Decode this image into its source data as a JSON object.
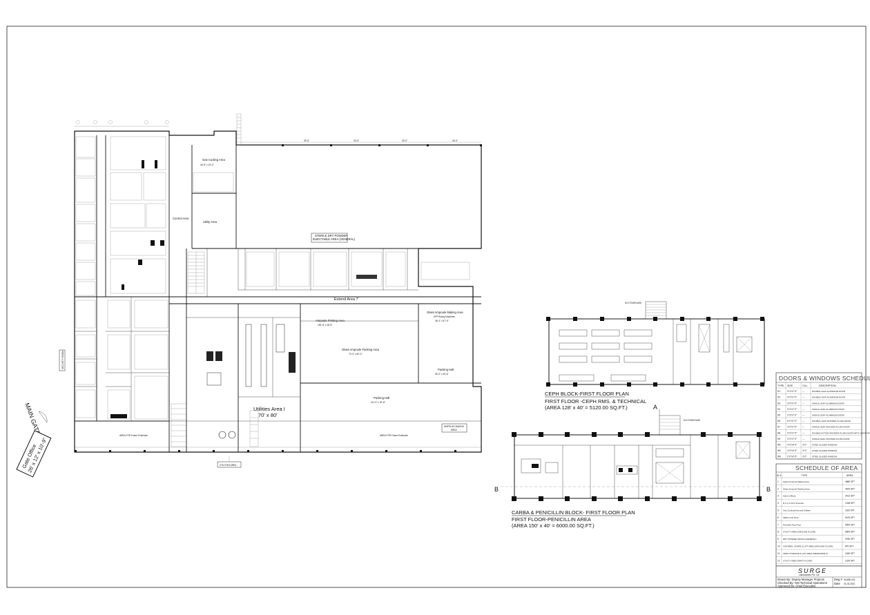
{
  "main_plan": {
    "labels": {
      "extend_area": "Extend Area 7'",
      "utilities_area": "Utilities Area I",
      "utilities_size": "70' x 80'",
      "utilities_tag": "UTILITIES AREA",
      "sterile_corridor_1": "STERILE DRY POWDER",
      "sterile_corridor_2": "INJECTABLE AREA (GENERAL)",
      "ampoule_printing": "Ampoule Printing Area",
      "ampoule_printing_size": "150'-8\" x 28'-8\"",
      "glass_ampoule_packing": "Glass Ampoule Packing Area",
      "glass_ampoule_packing_size": "70'-0\" x 60'-0\"",
      "glass_ampoule_making": "Glass Ampoule Making Area",
      "glass_ampoule_making_sub": "KFP Rotary Machines",
      "glass_ampoule_making_size": "36'-0\" x 57'-9\"",
      "packing_hall_small": "Packing Hall",
      "packing_hall_small_size": "36'-0\" x 25'-6\"",
      "packing_hall": "Packing Hall",
      "packing_hall_size": "111'-0\" x 30'-8\"",
      "ampoule_making_tag_1": "AMPOULE MAKING",
      "ampoule_making_tag_2": "AREA",
      "gas_cooling": "Gas Cooling Area",
      "gas_cooling_size": "34'-8\" x 13'-4\"",
      "utility_area": "Utility Area",
      "control_area": "Control Area",
      "future_ext_left": "AREA FOR Future Extension",
      "future_ext_right": "AREA FOR Future Extension",
      "security_room": "SECURITY ROOM",
      "dim_1": "30'-6\"",
      "dim_2": "30'-6\"",
      "dim_3": "30'-0\"",
      "dim_4": "30'-0\""
    }
  },
  "gate": {
    "main_gate": "MAIN GATE",
    "office_line1": "Gate Office",
    "office_line2": "26' x 12' x 10'-9\""
  },
  "ceph": {
    "title": "CEPH BLOCK-FIRST FLOOR PLAN",
    "subtitle": "FIRST FLOOR -CEPH RMS. & TECHNICAL",
    "area": "(AREA 128' x 40' = 5120.00 SQ.FT.)",
    "staircase": "M.S STAIRCASE"
  },
  "carba": {
    "title": "CARBA & PENICILLIN BLOCK- FIRST FLOOR PLAN",
    "subtitle": "FIRST FLOOR-PENICILLIN AREA",
    "area": "(AREA 150' x 40' = 6000.00 SQ.FT.)",
    "section_a": "A",
    "section_b_left": "B",
    "section_b_right": "B",
    "staircase": "M.S STAIRCASE"
  },
  "doors_schedule": {
    "title": "DOORS & WINDOWS SCHEDULE",
    "headers": [
      "TYPE",
      "SIZE",
      "CILL",
      "DESCRIPTION"
    ],
    "rows": [
      [
        "D1",
        "3'-0\"x7'-0\"",
        "---",
        "DOUBLE LEAF ALUMINIUM DOOR"
      ],
      [
        "D2",
        "4'-0\"x7'-0\"",
        "---",
        "DOUBLE LEAF ALUMINIUM DOOR"
      ],
      [
        "D3",
        "3'-0\"x7'-0\"",
        "---",
        "SINGLE LEAF ALUMINIUM DOOR"
      ],
      [
        "D4",
        "3'-0\"x7'-0\"",
        "---",
        "SINGLE LEAF ALUMINIUM DOOR"
      ],
      [
        "D5",
        "2'-6\"x7'-0\"",
        "---",
        "SINGLE LEAF ALUMINIUM DOOR"
      ],
      [
        "D6",
        "6'-0\"x7'-0\"",
        "---",
        "DOUBLE LEAF WOODEN FLUSH DOOR"
      ],
      [
        "D7",
        "3'-0\"x7'-0\"",
        "---",
        "SINGLE LEAF WOODEN FLUSH DOOR"
      ],
      [
        "D8",
        "4'-0\"x7'-0\"",
        "---",
        "DOUBLE ACTION WOODEN FLUSH DOOR WITH VISION PANEL"
      ],
      [
        "D9",
        "3'-0\"x7'-0\"",
        "---",
        "SINGLE LEAF WOODEN FLUSH DOOR"
      ],
      [
        "W1",
        "4'-0\"x4'-0\"",
        "3'-0\"",
        "STEEL GLAZED WINDOW"
      ],
      [
        "W2",
        "4'-0\"x3'-0\"",
        "3'-0\"",
        "STEEL GLAZED WINDOW"
      ],
      [
        "W3",
        "2'-0\"x2'-0\"",
        "3'-0\"",
        "STEEL GLAZED WINDOW"
      ]
    ]
  },
  "area_schedule": {
    "title": "SCHEDULE OF AREA",
    "headers": [
      "Sr #",
      "TYPE",
      "AREA"
    ],
    "rows": [
      [
        "1",
        "Glass Ampoule Making Area",
        "4680 SFT"
      ],
      [
        "2",
        "Glass Ampoule Packing Area",
        "4200 SFT"
      ],
      [
        "3",
        "Admin Offices",
        "2412 SFT"
      ],
      [
        "4",
        "R.C.C & M.S Structure",
        "1248 SFT"
      ],
      [
        "5",
        "Gas Cooling Area and Utilities",
        "1160 SFT"
      ],
      [
        "6",
        "CEPH First Floor",
        "5120 SFT"
      ],
      [
        "7",
        "Penicillin First Floor",
        "6000 SFT"
      ],
      [
        "8",
        "UTILITY AREA (GROUND FLOOR)",
        "5600 SFT"
      ],
      [
        "9",
        "DRY POWDER SPACE (GENERAL)",
        "3780 SFT"
      ],
      [
        "10",
        "CANTEEN, STAIRS & LIFT AREA (GROUND FLOOR)",
        "870 SFT"
      ],
      [
        "11",
        "CEPH STORAGE & LIFT AREA (MEZZANINE 2)",
        "1450 SFT"
      ],
      [
        "12",
        "UTILITY AREA (FIRST FLOOR)",
        "1220 SFT"
      ]
    ]
  },
  "title_block": {
    "company": "SURGE",
    "company_sub": "Laboratories Pvt. Ltd",
    "drawn_by": "Drawn By: Deputy Manager Projects",
    "checked_by": "Checked By: GM Technical Operations",
    "approved_by": "Approved By: Chief Executive",
    "dwg_label": "Dwg #",
    "dwg_value": "SLWMI-001",
    "date_label": "Date",
    "date_value": "01-03-2021"
  }
}
